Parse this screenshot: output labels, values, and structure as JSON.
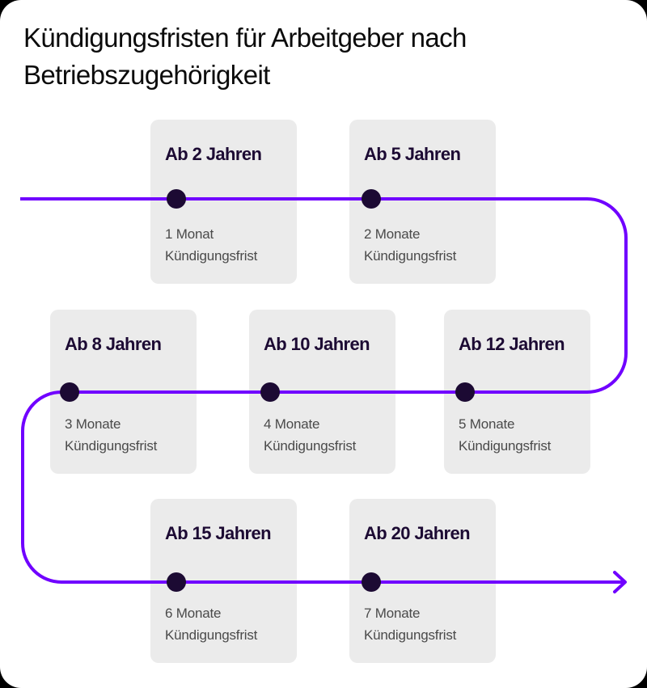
{
  "title": "Kündigungsfristen für Arbeitgeber nach Betriebszugehörigkeit",
  "colors": {
    "timeline": "#7000ff",
    "dot": "#1c0a33",
    "card_bg": "#ebebeb",
    "heading_text": "#1c0a33",
    "value_text": "#4a4a4a"
  },
  "milestones": [
    {
      "heading": "Ab 2 Jahren",
      "value_line1": "1 Monat",
      "value_line2": "Kündigungsfrist"
    },
    {
      "heading": "Ab 5 Jahren",
      "value_line1": "2 Monate",
      "value_line2": "Kündigungsfrist"
    },
    {
      "heading": "Ab 8 Jahren",
      "value_line1": "3 Monate",
      "value_line2": "Kündigungsfrist"
    },
    {
      "heading": "Ab 10 Jahren",
      "value_line1": "4 Monate",
      "value_line2": "Kündigungsfrist"
    },
    {
      "heading": "Ab 12 Jahren",
      "value_line1": "5 Monate",
      "value_line2": "Kündigungsfrist"
    },
    {
      "heading": "Ab 15 Jahren",
      "value_line1": "6 Monate",
      "value_line2": "Kündigungsfrist"
    },
    {
      "heading": "Ab 20 Jahren",
      "value_line1": "7 Monate",
      "value_line2": "Kündigungsfrist"
    }
  ],
  "icons": {
    "timeline_end": "arrow-right-icon",
    "milestone_marker": "dot-icon"
  }
}
